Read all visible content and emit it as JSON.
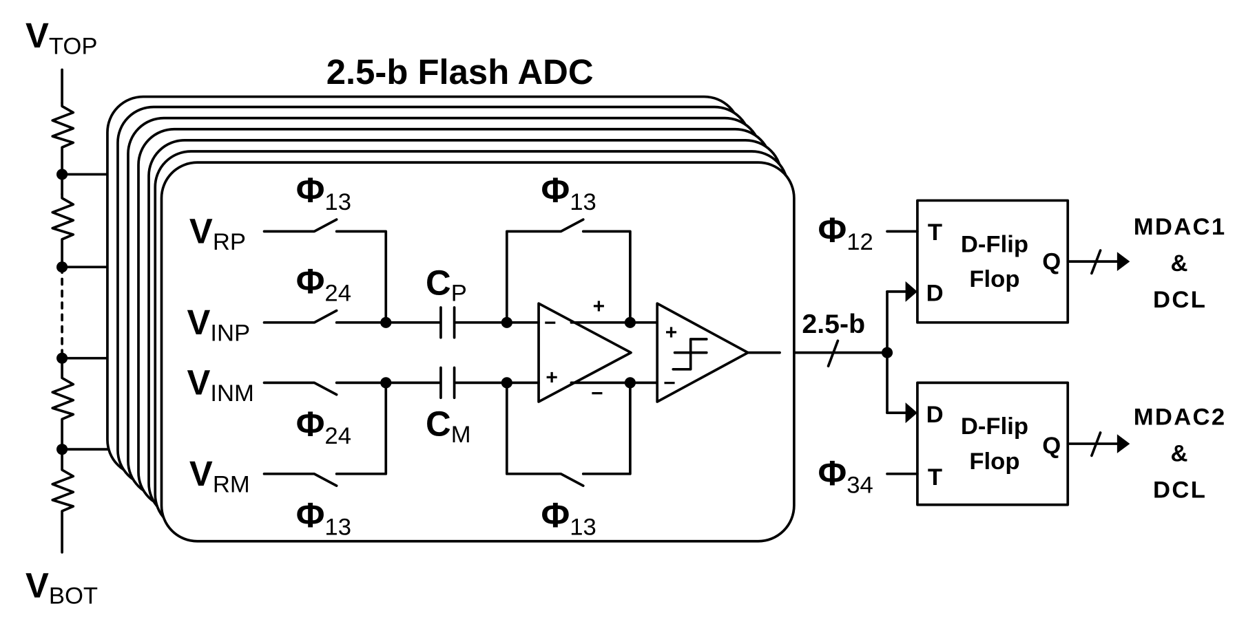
{
  "diagram": {
    "title": "2.5-b Flash ADC",
    "ladder": {
      "top": {
        "main": "V",
        "sub": "TOP"
      },
      "bottom": {
        "main": "V",
        "sub": "BOT"
      }
    },
    "inputs": {
      "vrp": {
        "main": "V",
        "sub": "RP"
      },
      "vinp": {
        "main": "V",
        "sub": "INP"
      },
      "vinm": {
        "main": "V",
        "sub": "INM"
      },
      "vrm": {
        "main": "V",
        "sub": "RM"
      }
    },
    "switch_phases": {
      "vrp": {
        "main": "Φ",
        "sub": "13"
      },
      "vinp": {
        "main": "Φ",
        "sub": "24"
      },
      "vinm": {
        "main": "Φ",
        "sub": "24"
      },
      "vrm": {
        "main": "Φ",
        "sub": "13"
      },
      "fb_top": {
        "main": "Φ",
        "sub": "13"
      },
      "fb_bottom": {
        "main": "Φ",
        "sub": "13"
      }
    },
    "capacitors": {
      "cp": {
        "main": "C",
        "sub": "P"
      },
      "cm": {
        "main": "C",
        "sub": "M"
      }
    },
    "amplifier": {
      "in_top": "−",
      "in_bottom": "+",
      "out_top": "+",
      "out_bottom": "−"
    },
    "comparator": {
      "in_top": "+",
      "in_bottom": "−"
    },
    "bus_label": "2.5-b",
    "flipflops": [
      {
        "name": "D-Flip",
        "name2": "Flop",
        "clock_phase": {
          "main": "Φ",
          "sub": "12"
        },
        "pin_t": "T",
        "pin_d": "D",
        "pin_q": "Q",
        "output": [
          "MDAC1",
          "&",
          "DCL"
        ]
      },
      {
        "name": "D-Flip",
        "name2": "Flop",
        "clock_phase": {
          "main": "Φ",
          "sub": "34"
        },
        "pin_t": "T",
        "pin_d": "D",
        "pin_q": "Q",
        "output": [
          "MDAC2",
          "&",
          "DCL"
        ]
      }
    ],
    "stacked_copies": 7
  }
}
